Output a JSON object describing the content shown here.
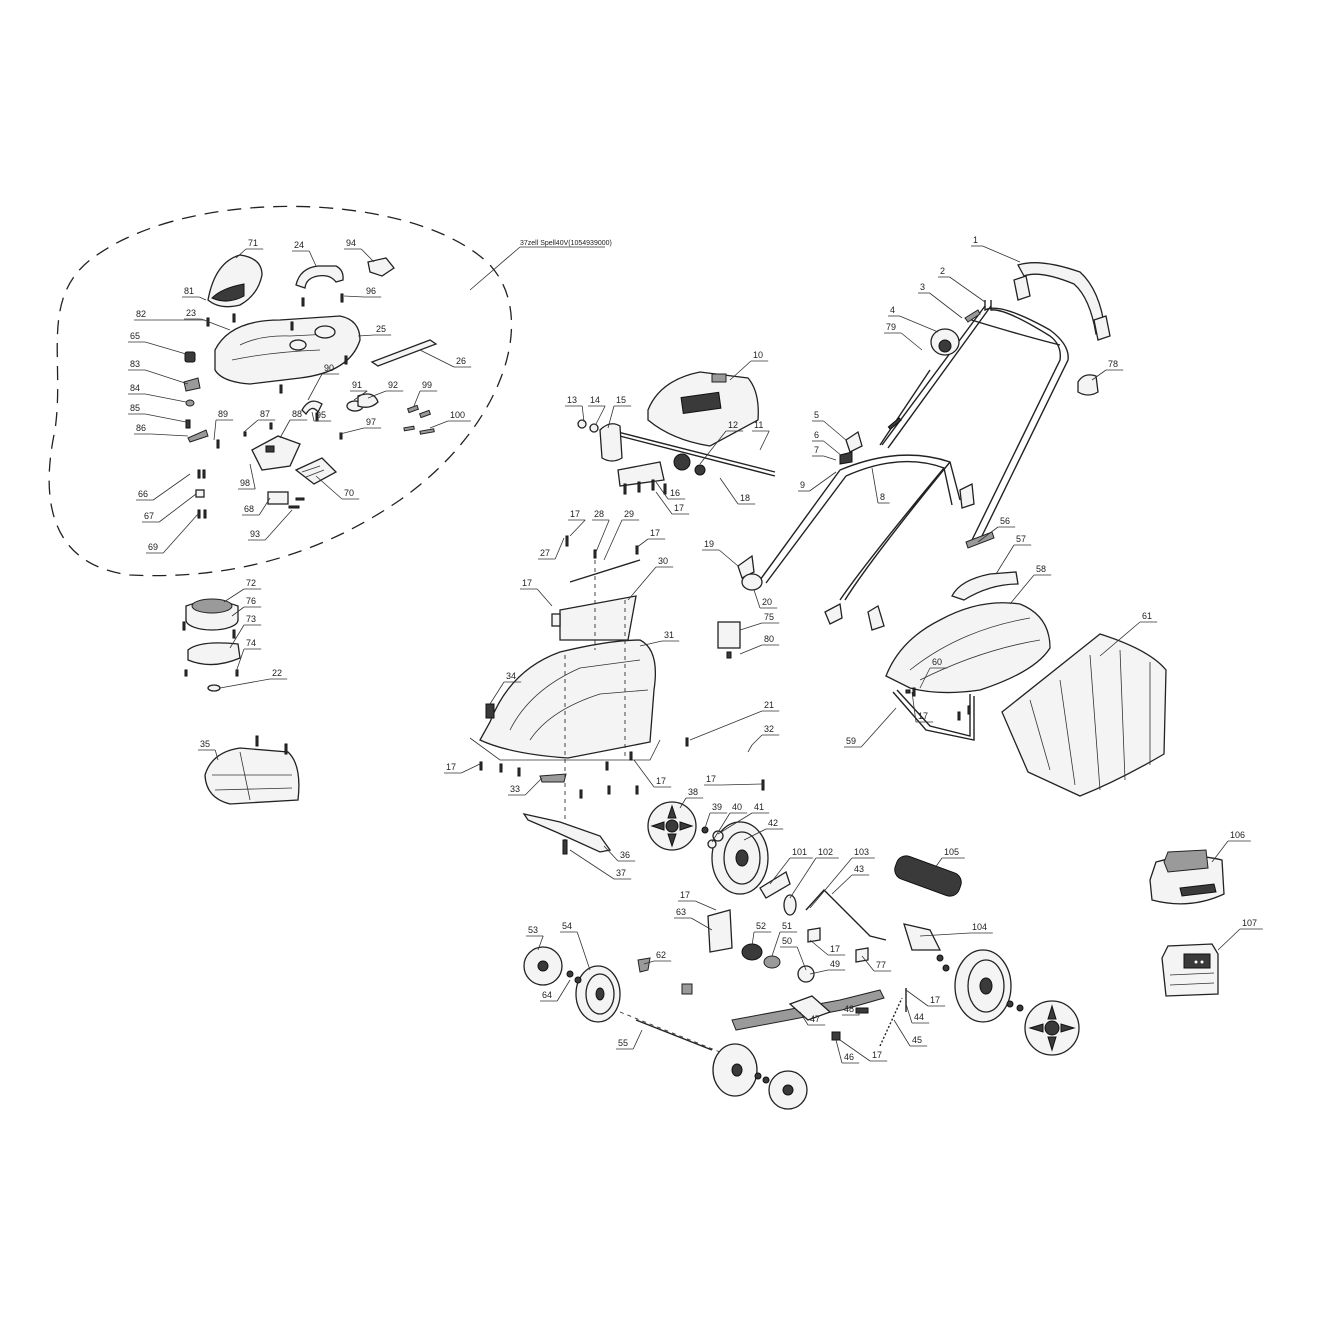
{
  "diagram": {
    "kit_label": "37zell Spell40V(1054939000)",
    "callouts": [
      {
        "id": "c1",
        "text": "1"
      },
      {
        "id": "c2",
        "text": "2"
      },
      {
        "id": "c3",
        "text": "3"
      },
      {
        "id": "c4",
        "text": "4"
      },
      {
        "id": "c79",
        "text": "79"
      },
      {
        "id": "c78",
        "text": "78"
      },
      {
        "id": "c5",
        "text": "5"
      },
      {
        "id": "c6",
        "text": "6"
      },
      {
        "id": "c7",
        "text": "7"
      },
      {
        "id": "c8",
        "text": "8"
      },
      {
        "id": "c9",
        "text": "9"
      },
      {
        "id": "c10",
        "text": "10"
      },
      {
        "id": "c11",
        "text": "11"
      },
      {
        "id": "c12",
        "text": "12"
      },
      {
        "id": "c13",
        "text": "13"
      },
      {
        "id": "c14",
        "text": "14"
      },
      {
        "id": "c15",
        "text": "15"
      },
      {
        "id": "c16",
        "text": "16"
      },
      {
        "id": "c17a",
        "text": "17"
      },
      {
        "id": "c18",
        "text": "18"
      },
      {
        "id": "c19",
        "text": "19"
      },
      {
        "id": "c20",
        "text": "20"
      },
      {
        "id": "c71",
        "text": "71"
      },
      {
        "id": "c24",
        "text": "24"
      },
      {
        "id": "c94",
        "text": "94"
      },
      {
        "id": "c81",
        "text": "81"
      },
      {
        "id": "c96",
        "text": "96"
      },
      {
        "id": "c82",
        "text": "82"
      },
      {
        "id": "c23",
        "text": "23"
      },
      {
        "id": "c25",
        "text": "25"
      },
      {
        "id": "c65",
        "text": "65"
      },
      {
        "id": "c26",
        "text": "26"
      },
      {
        "id": "c83",
        "text": "83"
      },
      {
        "id": "c90",
        "text": "90"
      },
      {
        "id": "c91",
        "text": "91"
      },
      {
        "id": "c92",
        "text": "92"
      },
      {
        "id": "c99",
        "text": "99"
      },
      {
        "id": "c84",
        "text": "84"
      },
      {
        "id": "c85",
        "text": "85"
      },
      {
        "id": "c89",
        "text": "89"
      },
      {
        "id": "c87",
        "text": "87"
      },
      {
        "id": "c88",
        "text": "88"
      },
      {
        "id": "c95",
        "text": "95"
      },
      {
        "id": "c100",
        "text": "100"
      },
      {
        "id": "c86",
        "text": "86"
      },
      {
        "id": "c97",
        "text": "97"
      },
      {
        "id": "c66",
        "text": "66"
      },
      {
        "id": "c98",
        "text": "98"
      },
      {
        "id": "c70",
        "text": "70"
      },
      {
        "id": "c67",
        "text": "67"
      },
      {
        "id": "c68",
        "text": "68"
      },
      {
        "id": "c69",
        "text": "69"
      },
      {
        "id": "c93",
        "text": "93"
      },
      {
        "id": "c72",
        "text": "72"
      },
      {
        "id": "c76",
        "text": "76"
      },
      {
        "id": "c73",
        "text": "73"
      },
      {
        "id": "c74",
        "text": "74"
      },
      {
        "id": "c22",
        "text": "22"
      },
      {
        "id": "c35",
        "text": "35"
      },
      {
        "id": "c17b",
        "text": "17"
      },
      {
        "id": "c27",
        "text": "27"
      },
      {
        "id": "c28",
        "text": "28"
      },
      {
        "id": "c29",
        "text": "29"
      },
      {
        "id": "c17c",
        "text": "17"
      },
      {
        "id": "c17d",
        "text": "17"
      },
      {
        "id": "c30",
        "text": "30"
      },
      {
        "id": "c31",
        "text": "31"
      },
      {
        "id": "c34",
        "text": "34"
      },
      {
        "id": "c75",
        "text": "75"
      },
      {
        "id": "c80",
        "text": "80"
      },
      {
        "id": "c21",
        "text": "21"
      },
      {
        "id": "c32",
        "text": "32"
      },
      {
        "id": "c17e",
        "text": "17"
      },
      {
        "id": "c17f",
        "text": "17"
      },
      {
        "id": "c33",
        "text": "33"
      },
      {
        "id": "c17g",
        "text": "17"
      },
      {
        "id": "c38",
        "text": "38"
      },
      {
        "id": "c39",
        "text": "39"
      },
      {
        "id": "c40",
        "text": "40"
      },
      {
        "id": "c41",
        "text": "41"
      },
      {
        "id": "c42",
        "text": "42"
      },
      {
        "id": "c36",
        "text": "36"
      },
      {
        "id": "c37",
        "text": "37"
      },
      {
        "id": "c56",
        "text": "56"
      },
      {
        "id": "c57",
        "text": "57"
      },
      {
        "id": "c58",
        "text": "58"
      },
      {
        "id": "c61",
        "text": "61"
      },
      {
        "id": "c60",
        "text": "60"
      },
      {
        "id": "c17h",
        "text": "17"
      },
      {
        "id": "c59",
        "text": "59"
      },
      {
        "id": "c101",
        "text": "101"
      },
      {
        "id": "c102",
        "text": "102"
      },
      {
        "id": "c103",
        "text": "103"
      },
      {
        "id": "c105",
        "text": "105"
      },
      {
        "id": "c43",
        "text": "43"
      },
      {
        "id": "c17i",
        "text": "17"
      },
      {
        "id": "c63",
        "text": "63"
      },
      {
        "id": "c52",
        "text": "52"
      },
      {
        "id": "c51",
        "text": "51"
      },
      {
        "id": "c50",
        "text": "50"
      },
      {
        "id": "c17j",
        "text": "17"
      },
      {
        "id": "c49",
        "text": "49"
      },
      {
        "id": "c77",
        "text": "77"
      },
      {
        "id": "c104",
        "text": "104"
      },
      {
        "id": "c53",
        "text": "53"
      },
      {
        "id": "c54",
        "text": "54"
      },
      {
        "id": "c62",
        "text": "62"
      },
      {
        "id": "c64",
        "text": "64"
      },
      {
        "id": "c48",
        "text": "48"
      },
      {
        "id": "c47",
        "text": "47"
      },
      {
        "id": "c17k",
        "text": "17"
      },
      {
        "id": "c44",
        "text": "44"
      },
      {
        "id": "c45",
        "text": "45"
      },
      {
        "id": "c46",
        "text": "46"
      },
      {
        "id": "c17l",
        "text": "17"
      },
      {
        "id": "c55",
        "text": "55"
      },
      {
        "id": "c106",
        "text": "106"
      },
      {
        "id": "c107",
        "text": "107"
      }
    ]
  }
}
